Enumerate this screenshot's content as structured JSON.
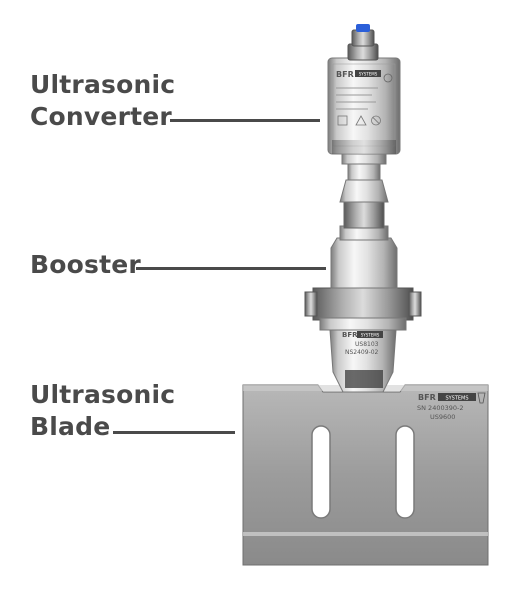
{
  "labels": {
    "converter_line1": "Ultrasonic",
    "converter_line2": "Converter",
    "booster": "Booster",
    "blade_line1": "Ultrasonic",
    "blade_line2": "Blade"
  },
  "converter_plate": {
    "brand": "BFR",
    "brand_sub": "SYSTEMS"
  },
  "booster_plate": {
    "brand": "BFR",
    "brand_sub": "SYSTEMS",
    "model": "US8103",
    "serial": "NS2409-02"
  },
  "blade_plate": {
    "brand": "BFR",
    "brand_sub": "SYSTEMS",
    "serial": "SN 2400390-2",
    "model": "US9600"
  },
  "colors": {
    "label_text": "#4a4a4a",
    "metal_light": "#f2f2f2",
    "metal_dark": "#8c8c8c",
    "blade": "#9a9a9a",
    "connector_blue": "#2b5fd9"
  }
}
